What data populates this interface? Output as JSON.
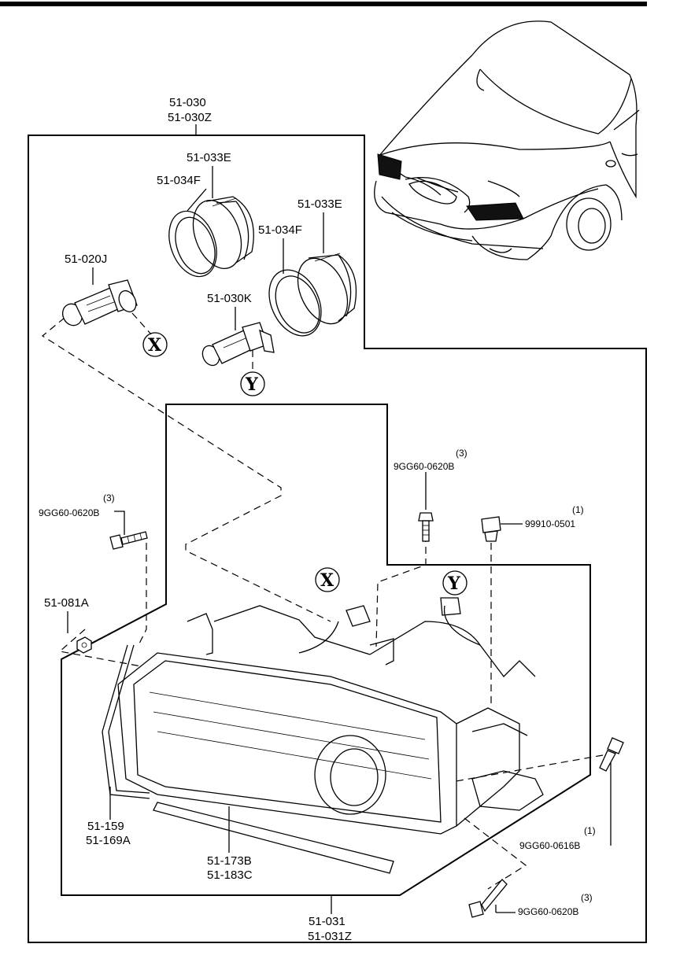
{
  "labels": {
    "assy_top_1": "51-030",
    "assy_top_2": "51-030Z",
    "ring_e_1": "51-033E",
    "ring_f_1": "51-034F",
    "ring_e_2": "51-033E",
    "ring_f_2": "51-034F",
    "bulb_j": "51-020J",
    "bulb_k": "51-030K",
    "bolt_upper_qty": "(3)",
    "bolt_upper_pn": "9GG60-0620B",
    "bolt_left_qty": "(3)",
    "bolt_left_pn": "9GG60-0620B",
    "clip_qty": "(1)",
    "clip_pn": "99910-0501",
    "nut_pn": "51-081A",
    "seal_1": "51-159",
    "seal_2": "51-169A",
    "strip_1": "51-173B",
    "strip_2": "51-183C",
    "bolt_right_qty": "(1)",
    "bolt_right_pn": "9GG60-0616B",
    "bolt_bottom_qty": "(3)",
    "bolt_bottom_pn": "9GG60-0620B",
    "assy_bottom_1": "51-031",
    "assy_bottom_2": "51-031Z"
  },
  "callouts": {
    "x_upper": "X",
    "y_upper": "Y",
    "x_lower": "X",
    "y_lower": "Y"
  }
}
